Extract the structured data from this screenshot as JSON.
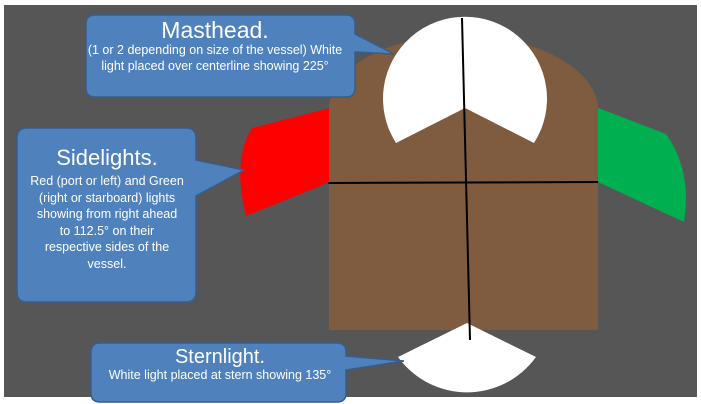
{
  "colors": {
    "background": "#565656",
    "hull": "#7f5b3f",
    "port_light": "#ff0000",
    "starboard_light": "#00b050",
    "white_light": "#ffffff",
    "callout_fill": "#4f81bd",
    "callout_border": "#385d8a",
    "centerline": "#000000"
  },
  "callouts": {
    "masthead": {
      "title": "Masthead.",
      "body": "(1 or 2 depending on size of the vessel) White light placed over centerline showing 225°"
    },
    "sidelights": {
      "title": "Sidelights.",
      "body": "Red (port or left) and Green (right or starboard) lights showing from right ahead to 112.5° on their respective sides of the vessel."
    },
    "sternlight": {
      "title": "Sternlight.",
      "body": "White light placed at stern showing 135°"
    }
  }
}
